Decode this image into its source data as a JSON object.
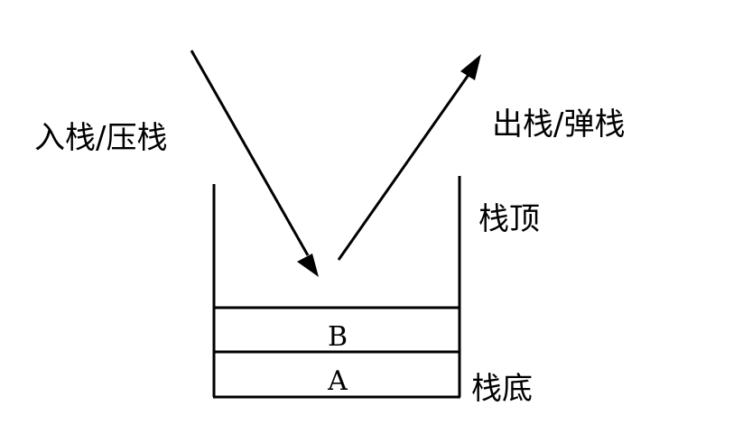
{
  "diagram": {
    "push_label": "入栈/压栈",
    "pop_label": "出栈/弹栈",
    "top_label": "栈顶",
    "bottom_label": "栈底",
    "stack_items": [
      "A",
      "B"
    ],
    "line_color": "#000000",
    "background_color": "#ffffff"
  }
}
